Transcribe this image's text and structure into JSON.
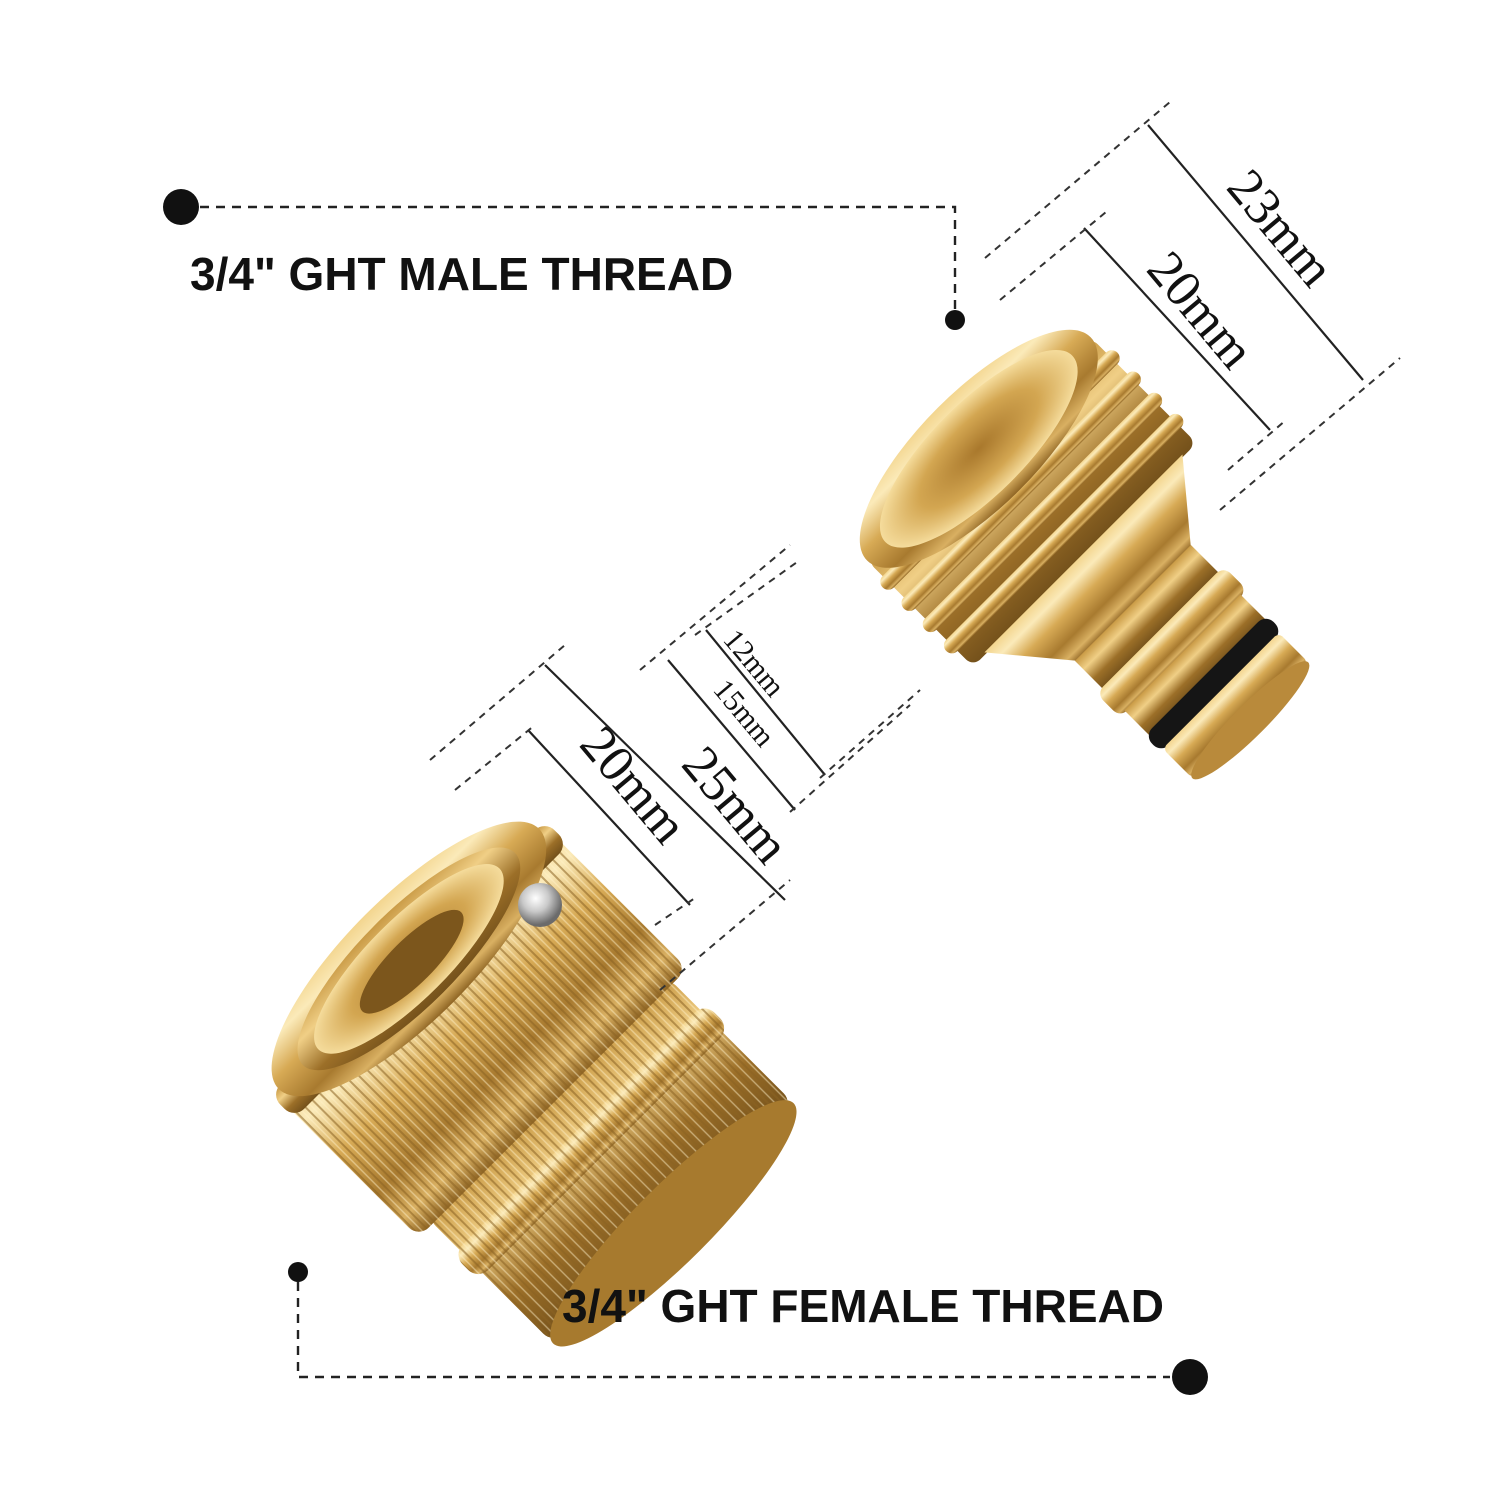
{
  "labels": {
    "male_thread": "3/4\" GHT MALE THREAD",
    "female_thread": "3/4\" GHT FEMALE THREAD"
  },
  "dimensions": {
    "male_outer": "23mm",
    "male_inner": "20mm",
    "nipple_inner": "12mm",
    "nipple_outer": "15mm",
    "female_outer": "25mm",
    "female_inner": "20mm"
  },
  "colors": {
    "brass_light": "#f7e3a8",
    "brass_mid": "#d9ad5a",
    "brass_dark": "#8f6524",
    "oring": "#1a1a1a",
    "ink": "#111111"
  }
}
